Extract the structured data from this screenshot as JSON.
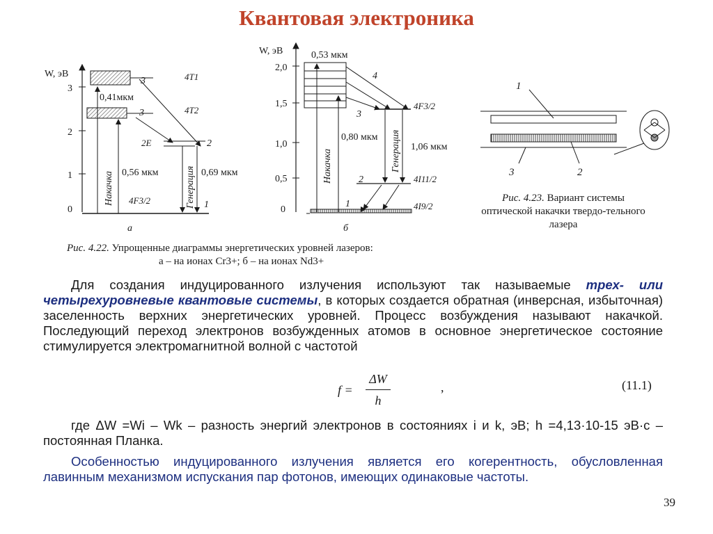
{
  "header": {
    "title": "Квантовая электроника"
  },
  "fig_a": {
    "y_axis_label": "W, эВ",
    "y_ticks": [
      "3",
      "2",
      "1",
      "0"
    ],
    "level_labels": [
      "4T1",
      "4T2",
      "2E",
      "4F3/2"
    ],
    "level_numbers": [
      "3",
      "3",
      "2",
      "1"
    ],
    "wavelengths": [
      "0,41мкм",
      "0,56 мкм",
      "0,69 мкм"
    ],
    "arrow_labels": [
      "Накачка",
      "Генерация"
    ],
    "sub_label": "а"
  },
  "fig_b": {
    "y_axis_label": "W, эВ",
    "y_ticks": [
      "2,0",
      "1,5",
      "1,0",
      "0,5",
      "0"
    ],
    "level_labels": [
      "4F3/2",
      "4I11/2",
      "4I9/2"
    ],
    "level_numbers": [
      "4",
      "3",
      "2",
      "1"
    ],
    "wavelengths": [
      "0,53 мкм",
      "0,80 мкм",
      "1,06 мкм"
    ],
    "arrow_labels": [
      "Накачка",
      "Генерация"
    ],
    "sub_label": "б"
  },
  "fig_c": {
    "labels": [
      "1",
      "3",
      "2"
    ]
  },
  "captions": {
    "fig422_prefix": "Рис. 4.22.",
    "fig422_text": "Упрощенные диаграммы энергетических уровней лазеров:",
    "fig422_line2": "а – на ионах Cr3+; б – на ионах  Nd3+",
    "fig423_prefix": "Рис. 4.23.",
    "fig423_text": "Вариант системы оптической накачки твердо-тельного лазера"
  },
  "body": {
    "p1_start": "Для создания индуцированного излучения используют так называемые",
    "p1_emph": "трех- или четырехуровневые квантовые системы",
    "p1_end": ", в которых создается обратная (инверсная, избыточная) заселенность верхних энергетических уровней. Процесс возбуждения называют накачкой. Последующий переход электронов возбужденных атомов в основное энергетическое состояние стимулируется электромагнитной волной с частотой",
    "formula_lhs": "f =",
    "formula_num": "ΔW",
    "formula_den": "h",
    "formula_comma": ",",
    "formula_number": "(11.1)",
    "p2": "где ΔW =Wi – Wk – разность энергий электронов в состояниях i и k, эВ; h =4,13·10-15 эВ·с – постоянная Планка.",
    "p3": "Особенностью индуцированного излучения является его когерентность, обусловленная лавинным механизмом испускания пар фотонов, имеющих одинаковые частоты."
  },
  "page": {
    "number": "39"
  }
}
